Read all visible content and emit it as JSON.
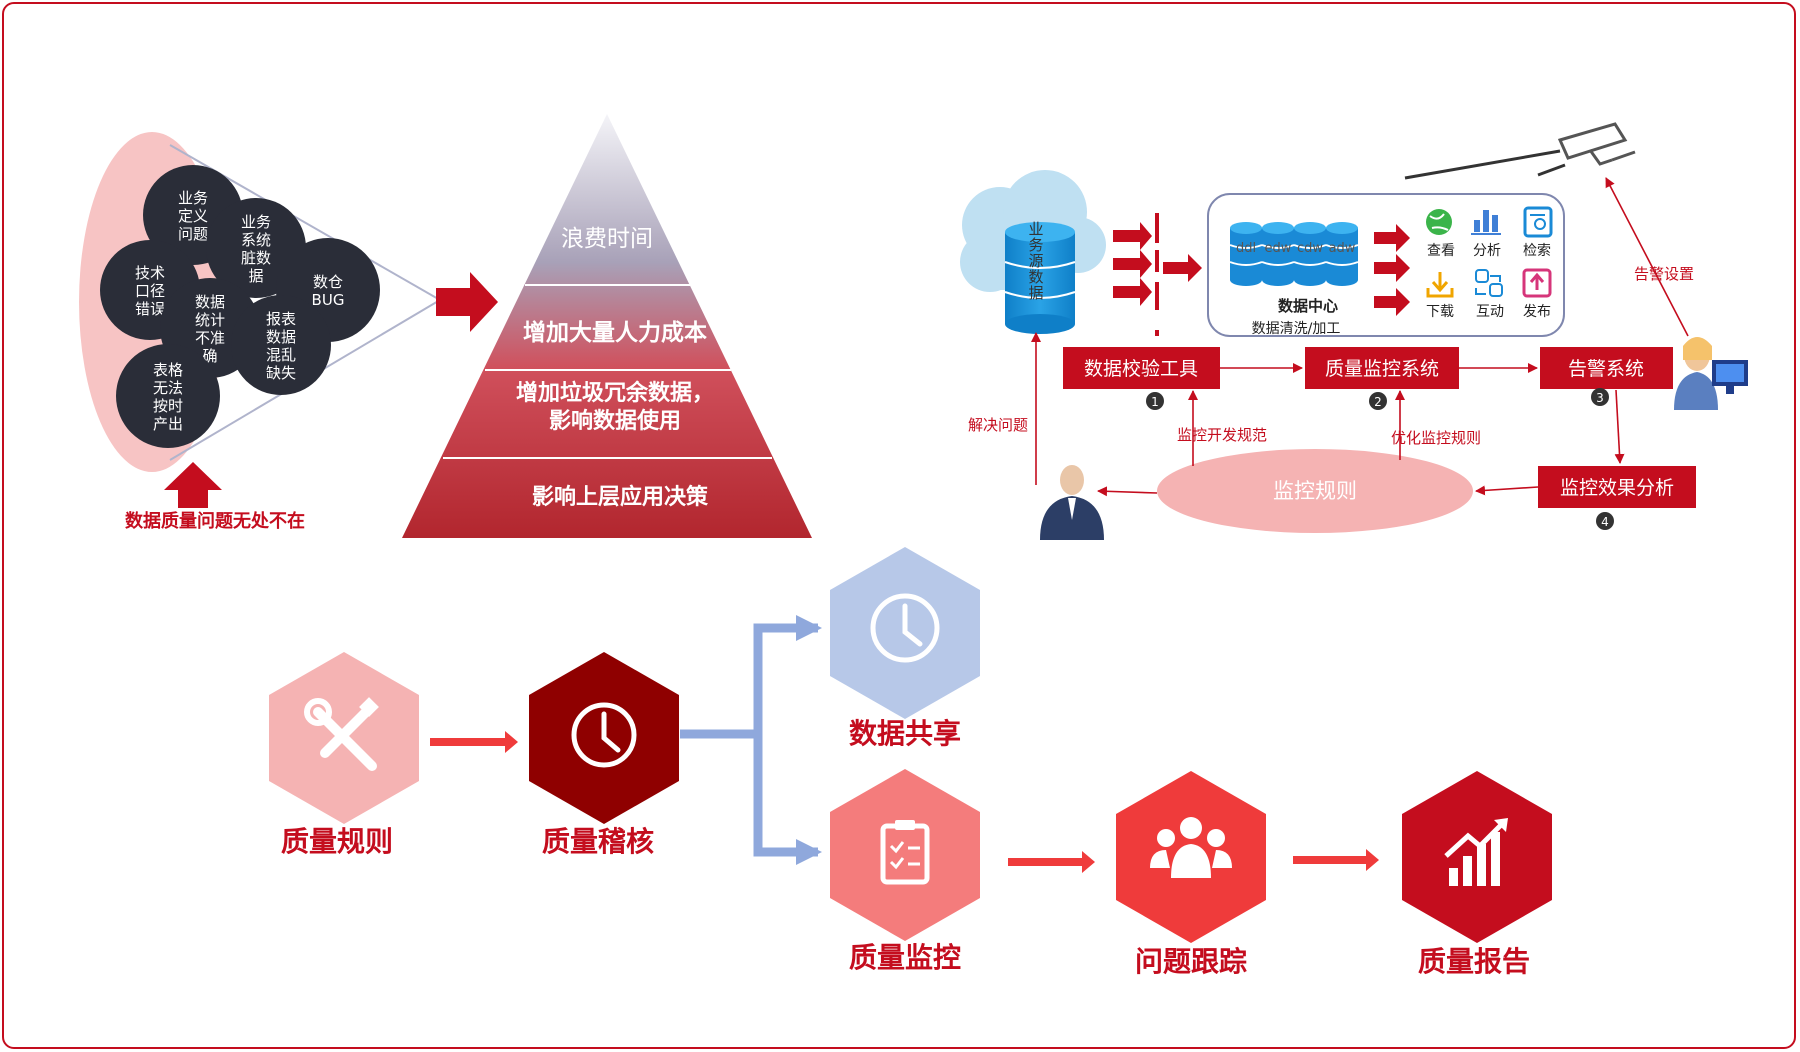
{
  "problem_section": {
    "bubbles": [
      "业务\n定义\n问题",
      "业务\n系统\n脏数\n据",
      "技术\n口径\n错误",
      "数仓\nBUG",
      "数据\n统计\n不准\n确",
      "报表\n数据\n混乱\n缺失",
      "表格\n无法\n按时\n产出"
    ],
    "caption": "数据质量问题无处不在"
  },
  "pyramid": {
    "levels": [
      "浪费时间",
      "增加大量人力成本",
      "增加垃圾冗余数据，\n影响数据使用",
      "影响上层应用决策"
    ]
  },
  "flow_diagram": {
    "source_label": "业\n务\n源\n数\n据",
    "data_center": {
      "db_labels": [
        "ddl",
        "edw",
        "cdw",
        "adw"
      ],
      "title": "数据中心",
      "subtitle": "数据清洗/加工"
    },
    "functions": [
      "查看",
      "分析",
      "检索",
      "下载",
      "互动",
      "发布"
    ],
    "boxes": {
      "validation_tool": "数据校验工具",
      "quality_monitor": "质量监控系统",
      "alert_system": "告警系统",
      "effect_analysis": "监控效果分析"
    },
    "step_numbers": [
      "1",
      "2",
      "3",
      "4"
    ],
    "ellipse_label": "监控规则",
    "edge_labels": {
      "solve": "解决问题",
      "dev_spec": "监控开发规范",
      "optimize": "优化监控规则",
      "alert_setting": "告警设置"
    }
  },
  "process": {
    "nodes": [
      "质量规则",
      "质量稽核",
      "数据共享",
      "质量监控",
      "问题跟踪",
      "质量报告"
    ]
  },
  "colors": {
    "brand_red": "#c40d1e",
    "pink": "#f5b3b3",
    "dark_red": "#8f0000",
    "light_blue": "#b7c8e8",
    "coral": "#f47c7c",
    "bright_red": "#ef3b3b",
    "navy_bubble": "#2a2d38"
  }
}
